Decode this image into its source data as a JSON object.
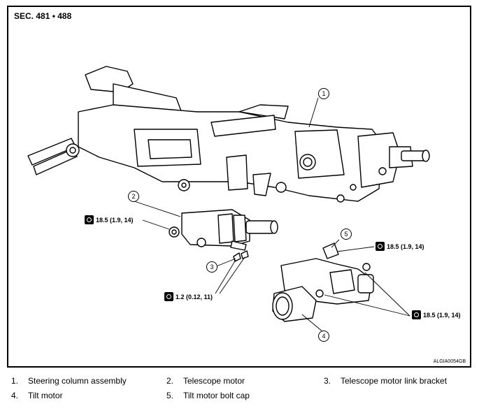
{
  "header": {
    "section": "SEC. 481 • 488"
  },
  "figure_code": "ALGIA0054GB",
  "callouts": [
    "1",
    "2",
    "3",
    "4",
    "5"
  ],
  "torques": {
    "t_upper_left": "18.5 (1.9, 14)",
    "t_middle_left": "1.2 (0.12, 11)",
    "t_right_upper": "18.5 (1.9, 14)",
    "t_right_lower": "18.5 (1.9, 14)"
  },
  "legend": [
    {
      "num": "1.",
      "label": "Steering column assembly"
    },
    {
      "num": "2.",
      "label": "Telescope motor"
    },
    {
      "num": "3.",
      "label": "Telescope motor link bracket"
    },
    {
      "num": "4.",
      "label": "Tilt motor"
    },
    {
      "num": "5.",
      "label": "Tilt motor bolt cap"
    }
  ]
}
